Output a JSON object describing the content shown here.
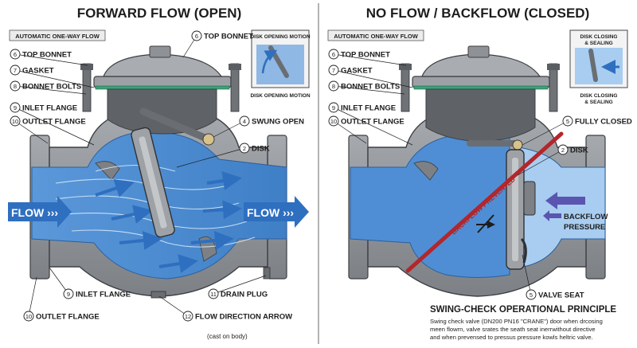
{
  "colors": {
    "metal": "#8f9398",
    "metal_dark": "#5d6166",
    "metal_light": "#b9bcc0",
    "water": "#4f8ed4",
    "water_light": "#a8cdf0",
    "arrow": "#2f6fbf",
    "backflow_arrow": "#5a55b0",
    "prevented": "#b3262c",
    "ink": "#1d1d1d"
  },
  "left": {
    "title": "FORWARD FLOW (OPEN)",
    "tag": "AUTOMATIC ONE-WAY FLOW",
    "inset_top": "DISK OPENING MOTION",
    "inset_bottom": "DISK OPENING MOTION",
    "flow_left": "FLOW ›››",
    "flow_right": "FLOW ›››",
    "callouts": [
      {
        "n": "6",
        "label": "TOP BONNET"
      },
      {
        "n": "7",
        "label": "GASKET"
      },
      {
        "n": "8",
        "label": "BONNET BOLTS"
      },
      {
        "n": "9",
        "label": "INLET FLANGE"
      },
      {
        "n": "10",
        "label": "OUTLET FLANGE"
      },
      {
        "n": "6",
        "label": "TOP BONNET"
      },
      {
        "n": "4",
        "label": "SWUNG OPEN"
      },
      {
        "n": "2",
        "label": "DISK"
      },
      {
        "n": "9",
        "label": "INLET FLANGE"
      },
      {
        "n": "10",
        "label": "OUTLET FLANGE"
      },
      {
        "n": "11",
        "label": "DRAIN PLUG"
      },
      {
        "n": "12",
        "label": "FLOW DIRECTION ARROW"
      }
    ],
    "cast_note": "(cast on body)"
  },
  "right": {
    "title": "NO FLOW / BACKFLOW (CLOSED)",
    "tag": "AUTOMATIC ONE-WAY FLOW",
    "inset_top": "DISK CLOSING & SEALING",
    "inset_bottom": "DISK CLOSING & SEALING",
    "prevented": "BACKFLOW PREVENTED",
    "backflow_line1": "BACKFLOW",
    "backflow_line2": "PRESSURE",
    "callouts": [
      {
        "n": "6",
        "label": "TOP BONNET"
      },
      {
        "n": "7",
        "label": "GASKET"
      },
      {
        "n": "8",
        "label": "BONNET BOLTS"
      },
      {
        "n": "9",
        "label": "INLET FLANGE"
      },
      {
        "n": "10",
        "label": "OUTLET FLANGE"
      },
      {
        "n": "5",
        "label": "FULLY CLOSED"
      },
      {
        "n": "2",
        "label": "DISK"
      },
      {
        "n": "5",
        "label": "VALVE SEAT"
      }
    ],
    "principle_title": "SWING-CHECK OPERATIONAL PRINCIPLE",
    "principle_lines": [
      "Swing check valve (DN200 PN16 \"CRANE\") door when drcosing",
      "meen flowrn, valve srates the seath seat inerrwithout directive",
      "and when prevensed to pressus pressure kowls heltric valve."
    ]
  }
}
